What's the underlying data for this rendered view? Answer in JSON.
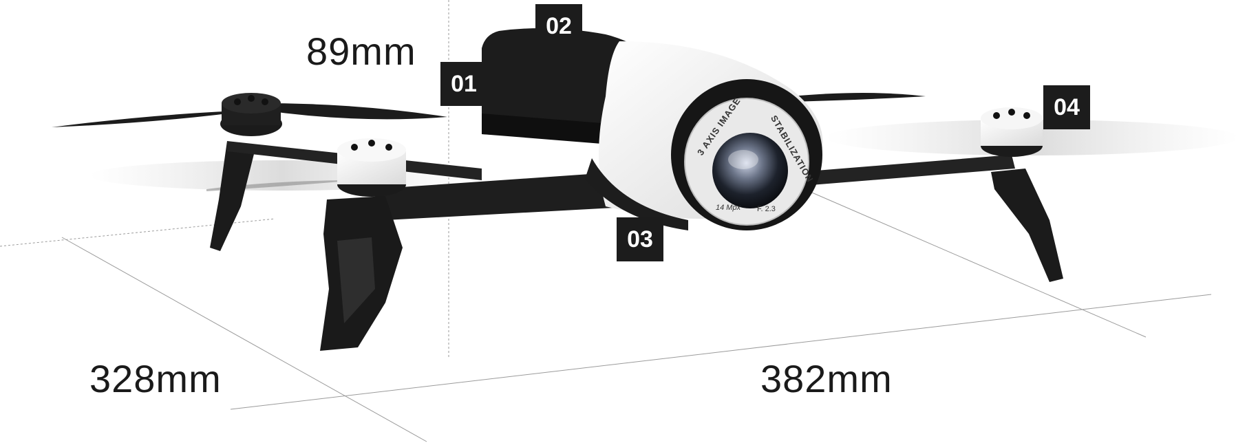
{
  "dimensions": {
    "height": "89mm",
    "width": "328mm",
    "length": "382mm"
  },
  "callouts": [
    "01",
    "02",
    "03",
    "04"
  ],
  "camera_ring": {
    "text_left": "3 AXIS IMAGE",
    "text_right": "STABILIZATION",
    "megapixels": "14 Mpx",
    "aperture": "F. 2.3"
  },
  "colors": {
    "body_white": "#f4f4f4",
    "body_black": "#1b1b1b",
    "callout_bg": "#1c1c1c",
    "callout_text": "#ffffff",
    "guide_line": "#9a9a9a"
  }
}
